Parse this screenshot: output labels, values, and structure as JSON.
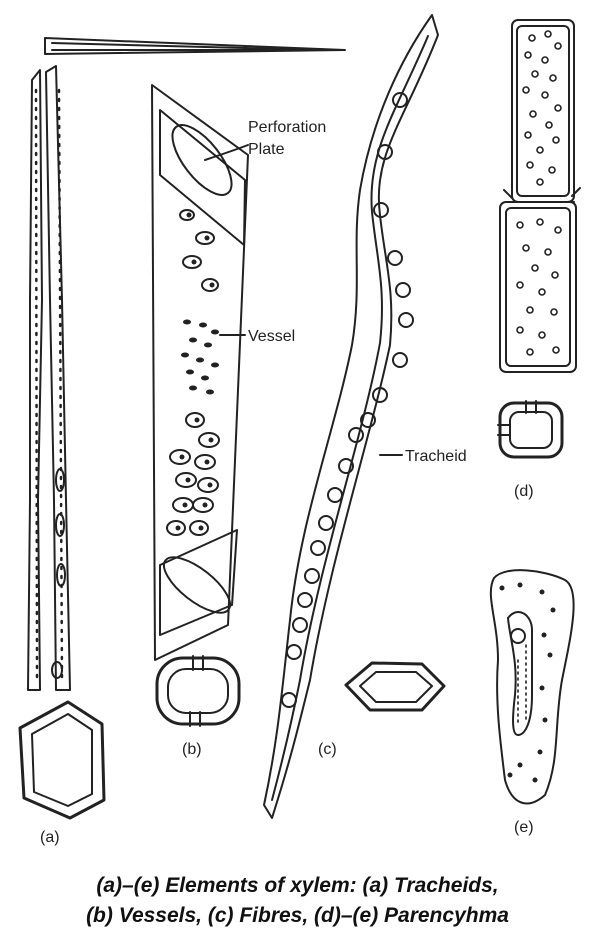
{
  "labels": {
    "perforation_plate_line1": "Perforation",
    "perforation_plate_line2": "Plate",
    "vessel": "Vessel",
    "tracheid": "Tracheid",
    "a": "(a)",
    "b": "(b)",
    "c": "(c)",
    "d": "(d)",
    "e": "(e)"
  },
  "caption": {
    "line1": "(a)–(e) Elements of xylem: (a) Tracheids,",
    "line2": "(b) Vessels, (c) Fibres, (d)–(e) Parencyhma"
  },
  "colors": {
    "ink": "#222222",
    "background": "#ffffff"
  }
}
